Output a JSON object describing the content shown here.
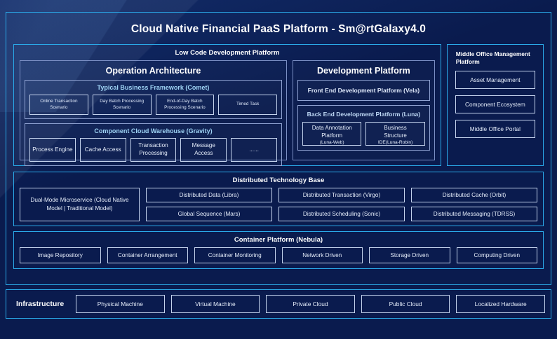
{
  "page": {
    "title": "Cloud Native Financial PaaS Platform - Sm@rtGalaxy4.0",
    "accent_color": "#2aa9e8",
    "background_color": "#0a1b4e",
    "chip_border_color": "#c3d2ec",
    "group_title_color": "#9fd4f5"
  },
  "low_code": {
    "title": "Low Code Development Platform",
    "operation_architecture": {
      "title": "Operation Architecture",
      "typical_business_framework": {
        "title": "Typical Business Framework (Comet)",
        "items": [
          "Online Transaction Scenario",
          "Day Batch Processing Scenario",
          "End-of-Day Batch Processing Scenario",
          "Timed Task"
        ]
      },
      "component_cloud_warehouse": {
        "title": "Component Cloud Warehouse (Gravity)",
        "items": [
          "Process Engine",
          "Cache Access",
          "Transaction Processing",
          "Message Access",
          "......"
        ]
      }
    },
    "development_platform": {
      "title": "Development Platform",
      "front_end": "Front End Development Platform (Vela)",
      "back_end": {
        "title": "Back End Development Platform (Luna)",
        "items": [
          {
            "line1": "Data Annotation",
            "line2": "Platform",
            "line3": "(Luna-Web)"
          },
          {
            "line1": "Business",
            "line2": "Structure",
            "line3": "IDE(Luna-Robin)"
          }
        ]
      }
    }
  },
  "middle_office": {
    "title": "Middle Office Management Platform",
    "items": [
      "Asset Management",
      "Component Ecosystem",
      "Middle Office Portal"
    ]
  },
  "distributed_technology_base": {
    "title": "Distributed Technology Base",
    "dual_mode": "Dual-Mode Microservice (Cloud Native Model | Traditional Model)",
    "columns": [
      [
        "Distributed Data (Libra)",
        "Global Sequence (Mars)"
      ],
      [
        "Distributed Transaction (Virgo)",
        "Distributed Scheduling (Sonic)"
      ],
      [
        "Distributed Cache (Orbit)",
        "Distributed Messaging (TDRSS)"
      ]
    ]
  },
  "container_platform": {
    "title": "Container Platform (Nebula)",
    "items": [
      "Image Repository",
      "Container Arrangement",
      "Container Monitoring",
      "Network Driven",
      "Storage Driven",
      "Computing Driven"
    ]
  },
  "infrastructure": {
    "label": "Infrastructure",
    "items": [
      "Physical Machine",
      "Virtual Machine",
      "Private Cloud",
      "Public Cloud",
      "Localized Hardware"
    ]
  }
}
